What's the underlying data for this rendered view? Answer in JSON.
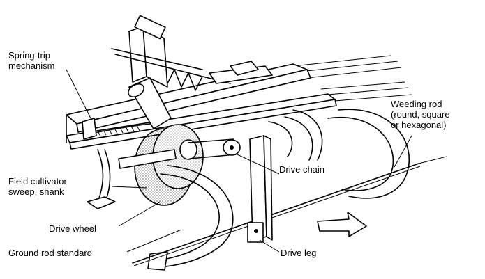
{
  "labels": {
    "spring_trip": "Spring-trip\nmechanism",
    "weeding_rod": "Weeding rod\n(round, square\nor hexagonal)",
    "field_cultivator": "Field cultivator\nsweep, shank",
    "drive_chain": "Drive chain",
    "drive_wheel": "Drive wheel",
    "ground_rod": "Ground rod standard",
    "drive_leg": "Drive leg"
  },
  "colors": {
    "ink": "#000000",
    "paper": "#ffffff"
  },
  "icons": {
    "direction_arrow": "arrow-right-icon"
  }
}
